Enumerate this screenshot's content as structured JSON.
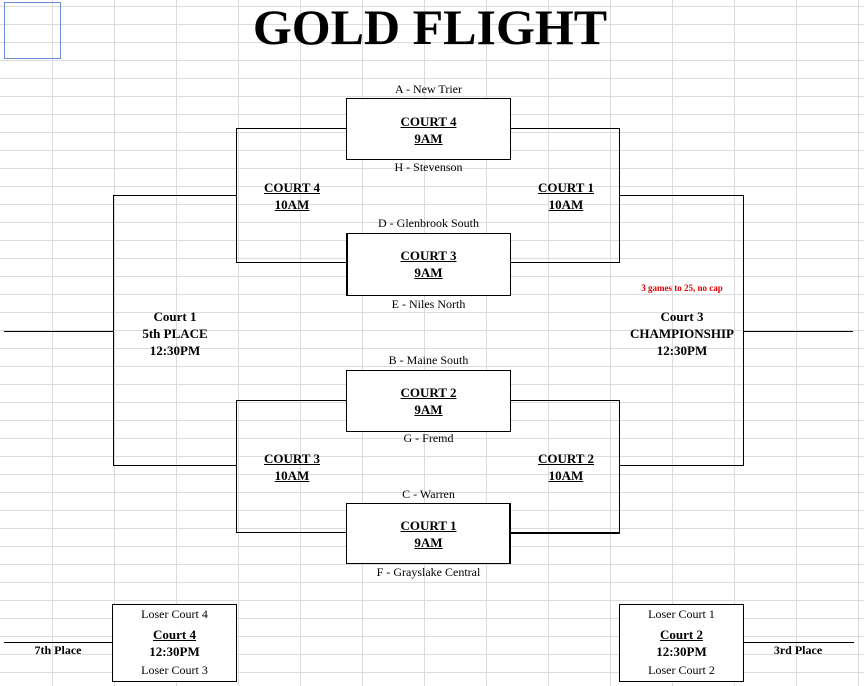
{
  "title": "GOLD FLIGHT",
  "r1": [
    {
      "top_team": "A - New Trier",
      "court": "COURT 4",
      "time": "9AM",
      "bottom_team": "H - Stevenson"
    },
    {
      "top_team": "D - Glenbrook South",
      "court": "COURT 3",
      "time": "9AM",
      "bottom_team": "E - Niles North"
    },
    {
      "top_team": "B - Maine South",
      "court": "COURT 2",
      "time": "9AM",
      "bottom_team": "G - Fremd"
    },
    {
      "top_team": "C - Warren",
      "court": "COURT 1",
      "time": "9AM",
      "bottom_team": "F - Grayslake Central"
    }
  ],
  "r2": {
    "left_top": {
      "court": "COURT 4",
      "time": "10AM"
    },
    "right_top": {
      "court": "COURT 1",
      "time": "10AM"
    },
    "left_bottom": {
      "court": "COURT 3",
      "time": "10AM"
    },
    "right_bottom": {
      "court": "COURT 2",
      "time": "10AM"
    }
  },
  "fifth": {
    "court": "Court 1",
    "label": "5th PLACE",
    "time": "12:30PM"
  },
  "championship": {
    "court": "Court 3",
    "label": "CHAMPIONSHIP",
    "time": "12:30PM",
    "note": "3 games to 25, no cap"
  },
  "seventh": {
    "place": "7th Place",
    "top": "Loser Court 4",
    "court": "Court 4",
    "time": "12:30PM",
    "bottom": "Loser Court 3"
  },
  "third": {
    "place": "3rd Place",
    "top": "Loser Court 1",
    "court": "Court 2",
    "time": "12:30PM",
    "bottom": "Loser Court 2"
  }
}
